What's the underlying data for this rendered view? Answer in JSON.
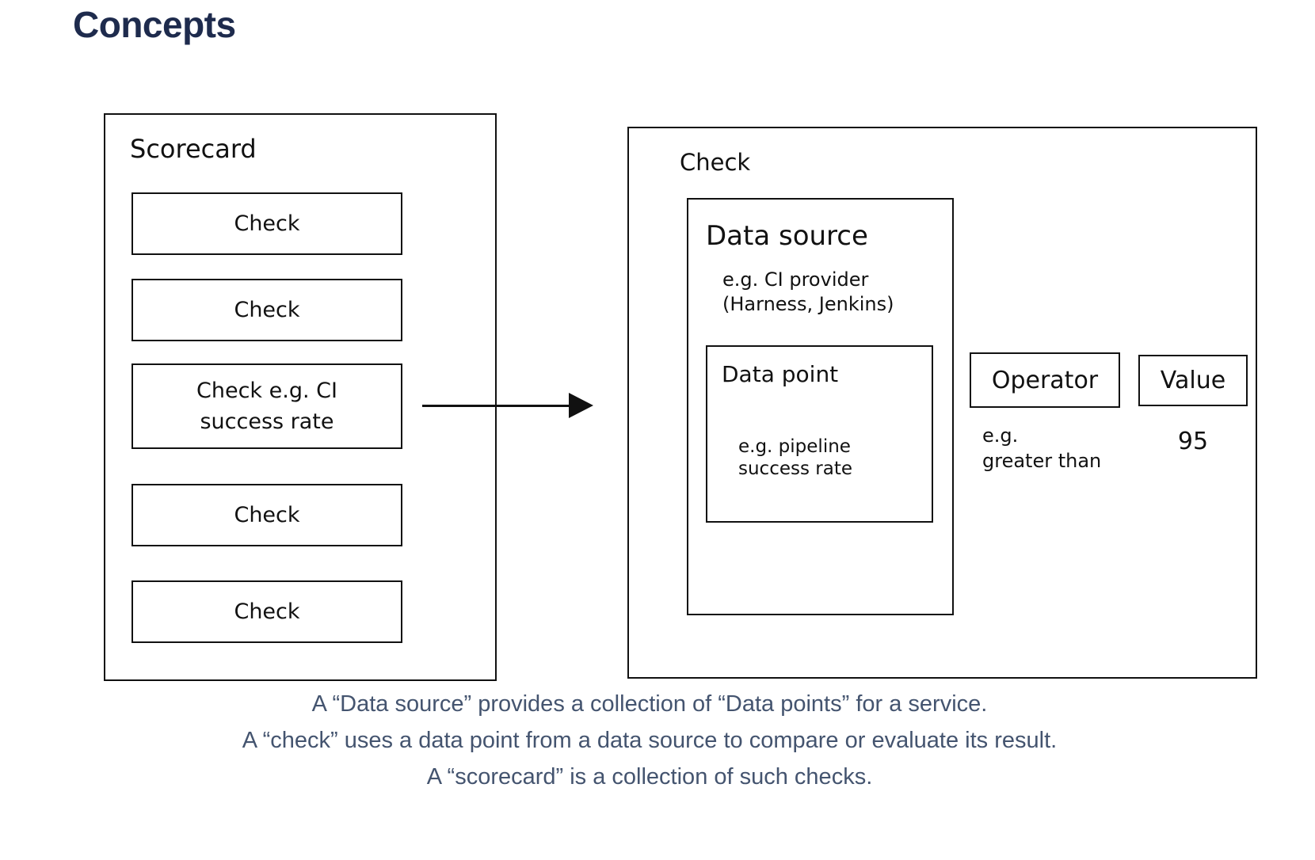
{
  "page": {
    "title": "Concepts"
  },
  "colors": {
    "heading": "#1e2b4d",
    "footer_text": "#44546f",
    "diagram_stroke": "#111111",
    "background": "#ffffff"
  },
  "scorecard": {
    "label": "Scorecard",
    "checks": [
      {
        "label": "Check"
      },
      {
        "label": "Check"
      },
      {
        "label": "Check e.g. CI\nsuccess rate"
      },
      {
        "label": "Check"
      },
      {
        "label": "Check"
      }
    ]
  },
  "check_panel": {
    "label": "Check",
    "data_source": {
      "label": "Data source",
      "example": "e.g. CI provider\n(Harness, Jenkins)",
      "data_point": {
        "label": "Data point",
        "example": "e.g. pipeline\nsuccess rate"
      }
    },
    "operator": {
      "label": "Operator",
      "example": "e.g.\ngreater than"
    },
    "value": {
      "label": "Value",
      "example": "95"
    }
  },
  "footer": {
    "lines": [
      "A “Data source” provides a collection of “Data points” for a service.",
      "A “check” uses a data point from a data source to compare or evaluate its result.",
      "A “scorecard” is a collection of such checks."
    ]
  }
}
